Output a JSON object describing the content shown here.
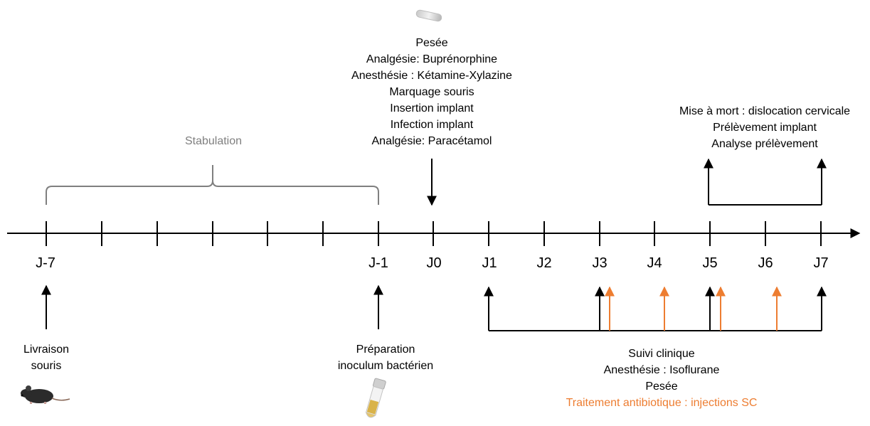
{
  "timeline": {
    "day_labels": [
      "J-7",
      "J-1",
      "J0",
      "J1",
      "J2",
      "J3",
      "J4",
      "J5",
      "J6",
      "J7"
    ]
  },
  "stabulation": {
    "label": "Stabulation"
  },
  "j0_steps": [
    "Pesée",
    "Analgésie: Buprénorphine",
    "Anesthésie : Kétamine-Xylazine",
    "Marquage souris",
    "Insertion implant",
    "Infection implant",
    "Analgésie: Paracétamol"
  ],
  "end_steps": [
    "Mise à mort : dislocation cervicale",
    "Prélèvement implant",
    "Analyse prélèvement"
  ],
  "delivery": {
    "line1": "Livraison",
    "line2": "souris"
  },
  "inoculum": {
    "line1": "Préparation",
    "line2": "inoculum bactérien"
  },
  "followup": {
    "line1": "Suivi clinique",
    "line2": "Anesthésie : Isoflurane",
    "line3": "Pesée",
    "line4": "Traitement antibiotique : injections SC"
  },
  "colors": {
    "line": "#000000",
    "bracket": "#7f7f7f",
    "antibiotic": "#ed7d31"
  },
  "icons": {
    "mouse": "mouse-icon",
    "implant": "implant-icon",
    "tube": "culture-tube-icon"
  }
}
